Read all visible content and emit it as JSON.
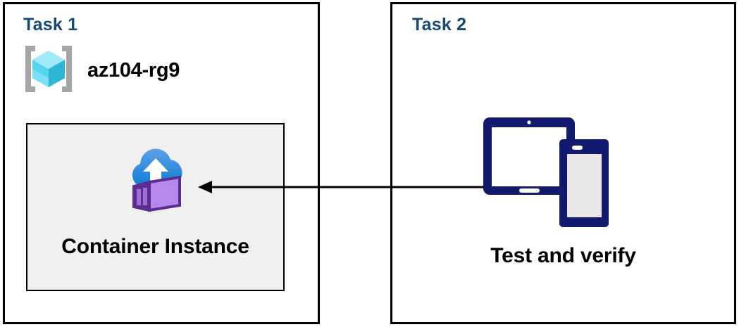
{
  "diagram": {
    "title_color": "#18496f",
    "panels": [
      {
        "id": "task1",
        "title": "Task 1",
        "resource_group": {
          "icon": "resource-group-icon",
          "label": "az104-rg9"
        },
        "resource": {
          "icon": "container-instance-icon",
          "label": "Container Instance",
          "box_fill": "#f0f0f0",
          "box_border": "#000000"
        }
      },
      {
        "id": "task2",
        "title": "Task 2",
        "resource": {
          "icon": "devices-tablet-phone-icon",
          "label": "Test and verify",
          "icon_color": "#131a6e"
        }
      }
    ],
    "connector": {
      "name": "arrow-task2-to-container-instance",
      "direction": "right-to-left",
      "color": "#000000"
    },
    "colors": {
      "panel_border": "#000000",
      "cube_top": "#9fe9f8",
      "cube_left": "#52d6f0",
      "cube_right": "#2fb5d6",
      "bracket": "#a6a6a6",
      "cloud_top": "#5ea0e8",
      "cloud_bottom": "#0f7ed6",
      "container_face": "#b588ed",
      "container_slats": "#a06ed4",
      "container_outline": "#5b2d8e",
      "device_navy": "#131a6e",
      "phone_screen": "#e8e8e8"
    }
  }
}
